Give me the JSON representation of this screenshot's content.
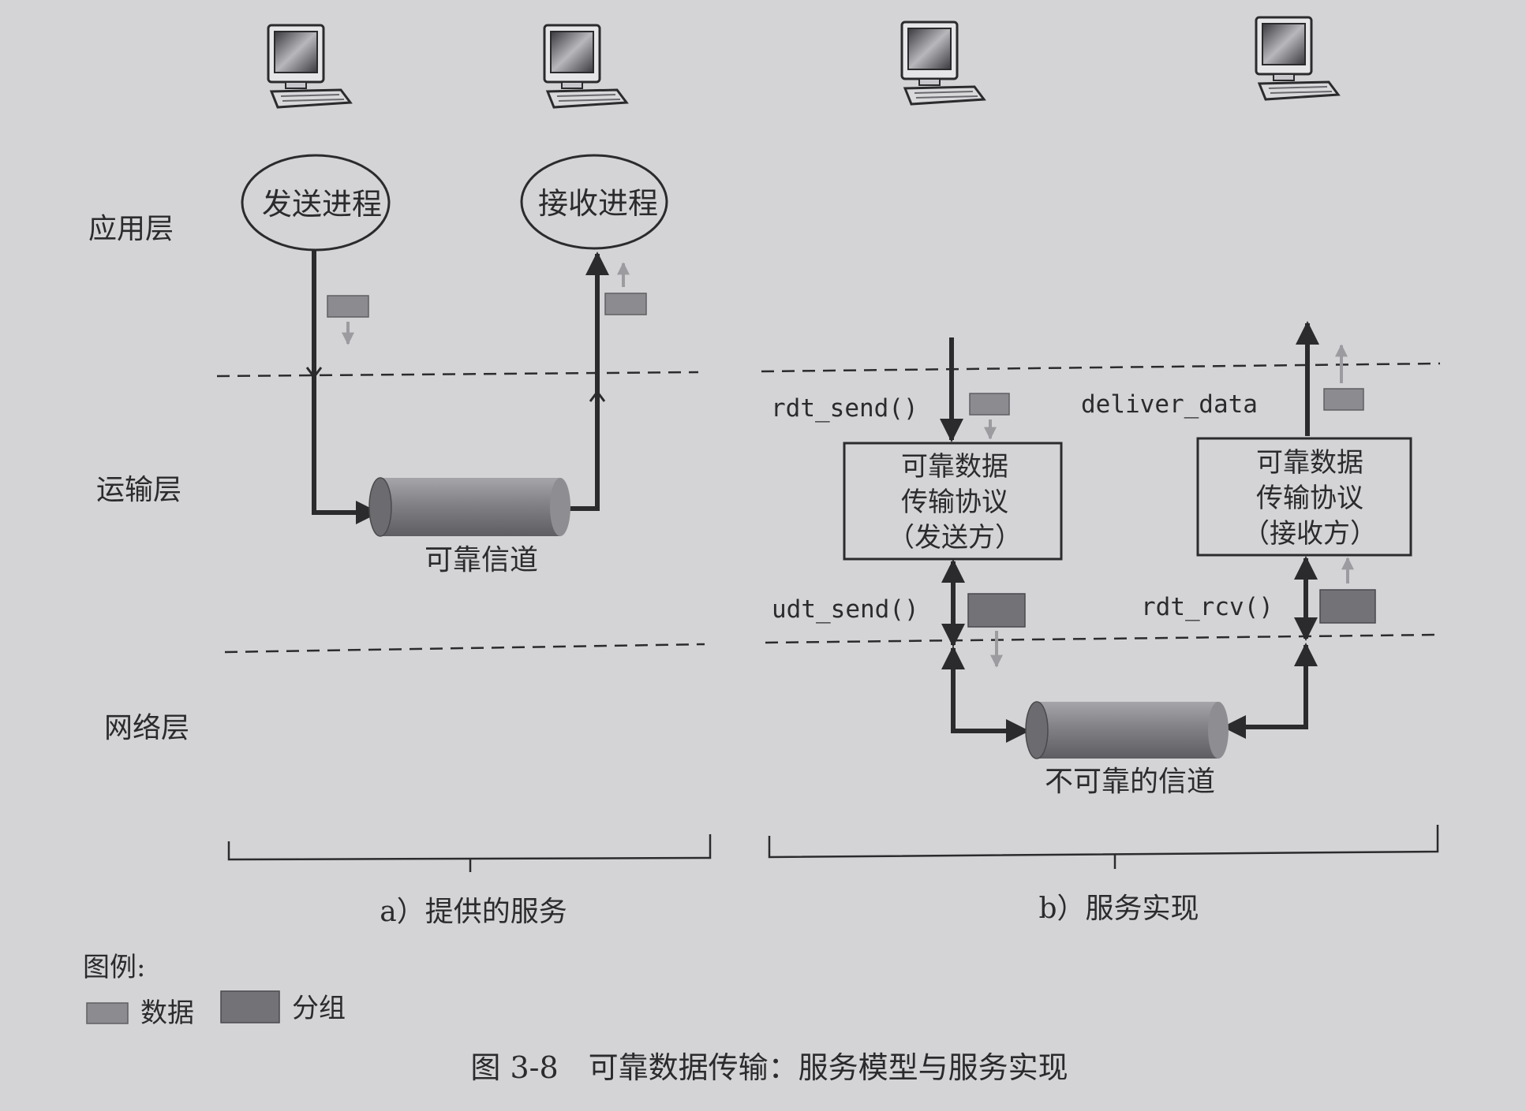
{
  "layers": {
    "application": "应用层",
    "transport": "运输层",
    "network": "网络层"
  },
  "part_a": {
    "sender_process": "发送进程",
    "receiver_process": "接收进程",
    "channel_label": "可靠信道",
    "caption": "a）提供的服务"
  },
  "part_b": {
    "rdt_send": "rdt_send()",
    "deliver_data": "deliver_data",
    "udt_send": "udt_send()",
    "rdt_rcv": "rdt_rcv()",
    "sender_box": [
      "可靠数据",
      "传输协议",
      "（发送方）"
    ],
    "receiver_box": [
      "可靠数据",
      "传输协议",
      "（接收方）"
    ],
    "channel_label": "不可靠的信道",
    "caption": "b）服务实现"
  },
  "legend": {
    "title": "图例:",
    "data_label": "数据",
    "packet_label": "分组"
  },
  "figure_caption": "图 3-8　可靠数据传输：服务模型与服务实现",
  "colors": {
    "background": "#d4d4d6",
    "ink": "#2b2b2d",
    "box_fill": "#6f6f73",
    "box_light": "#9a9a9e",
    "arrow_light": "#9c9ca0"
  },
  "icons": [
    "computer-icon"
  ]
}
